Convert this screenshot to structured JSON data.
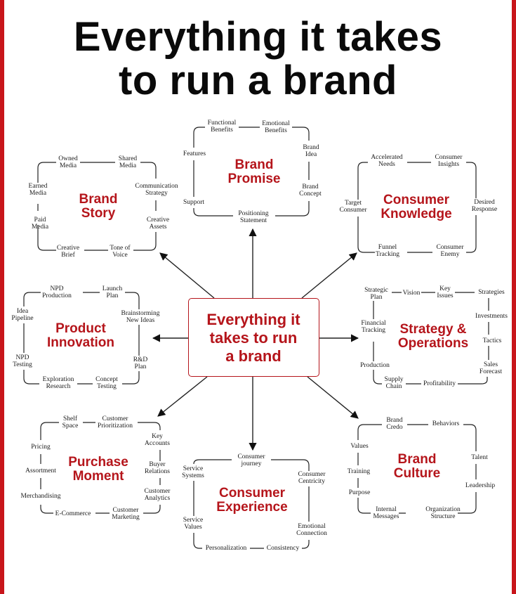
{
  "title": "Everything it takes\nto run a brand",
  "center": "Everything it\ntakes to run\na brand",
  "clusters": {
    "brand_story": {
      "title": "Brand\nStory",
      "items": [
        "Owned\nMedia",
        "Shared\nMedia",
        "Earned\nMedia",
        "Communication\nStrategy",
        "Paid\nMedia",
        "Creative\nAssets",
        "Creative\nBrief",
        "Tone of\nVoice"
      ]
    },
    "brand_promise": {
      "title": "Brand\nPromise",
      "items": [
        "Functional\nBenefits",
        "Emotional\nBenefits",
        "Brand\nIdea",
        "Features",
        "Brand\nConcept",
        "Support",
        "Positioning\nStatement"
      ]
    },
    "consumer_knowledge": {
      "title": "Consumer\nKnowledge",
      "items": [
        "Accelerated\nNeeds",
        "Consumer\nInsights",
        "Target\nConsumer",
        "Desired\nResponse",
        "Funnel\nTracking",
        "Consumer\nEnemy"
      ]
    },
    "product_innovation": {
      "title": "Product\nInnovation",
      "items": [
        "NPD\nProduction",
        "Launch\nPlan",
        "Idea\nPipeline",
        "Brainstorming\nNew Ideas",
        "NPD\nTesting",
        "R&D\nPlan",
        "Exploration\nResearch",
        "Concept\nTesting"
      ]
    },
    "strategy_operations": {
      "title": "Strategy &\nOperations",
      "items": [
        "Strategic\nPlan",
        "Vision",
        "Key\nIssues",
        "Strategies",
        "Investments",
        "Financial\nTracking",
        "Tactics",
        "Sales\nForecast",
        "Production",
        "Supply\nChain",
        "Profitability"
      ]
    },
    "purchase_moment": {
      "title": "Purchase\nMoment",
      "items": [
        "Shelf\nSpace",
        "Customer\nPrioritization",
        "Key\nAccounts",
        "Pricing",
        "Buyer\nRelations",
        "Assortment",
        "Customer\nAnalytics",
        "Merchandising",
        "E-Commerce",
        "Customer\nMarketing"
      ]
    },
    "consumer_experience": {
      "title": "Consumer\nExperience",
      "items": [
        "Consumer\njourney",
        "Service\nSystems",
        "Consumer\nCentricity",
        "Service\nValues",
        "Emotional\nConnection",
        "Personalization",
        "Consistency"
      ]
    },
    "brand_culture": {
      "title": "Brand\nCulture",
      "items": [
        "Brand\nCredo",
        "Behaviors",
        "Values",
        "Talent",
        "Training",
        "Leadership",
        "Purpose",
        "Internal\nMessages",
        "Organization\nStructure"
      ]
    }
  }
}
